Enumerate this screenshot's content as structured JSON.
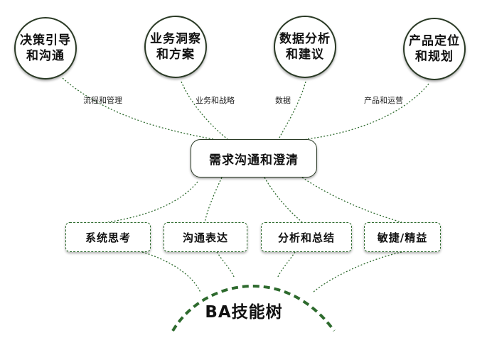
{
  "top_nodes": [
    {
      "line1": "决策引导",
      "line2": "和沟通"
    },
    {
      "line1": "业务洞察",
      "line2": "和方案"
    },
    {
      "line1": "数据分析",
      "line2": "和建议"
    },
    {
      "line1": "产品定位",
      "line2": "和规划"
    }
  ],
  "edge_labels": [
    "流程和管理",
    "业务和战略",
    "数据",
    "产品和运营"
  ],
  "center": {
    "label": "需求沟通和澄清"
  },
  "skills": [
    "系统思考",
    "沟通表达",
    "分析和总结",
    "敏捷/精益"
  ],
  "root": {
    "label": "BA技能树"
  },
  "colors": {
    "line": "#2d6a2d",
    "circle_border": "#2a3a25"
  }
}
